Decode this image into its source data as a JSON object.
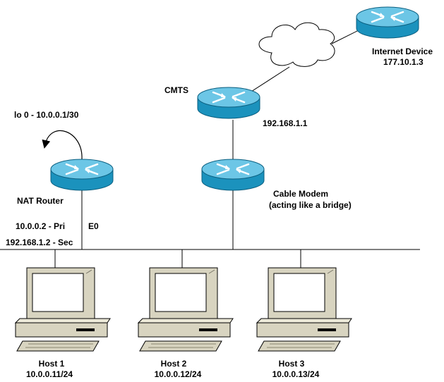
{
  "colors": {
    "router_body": "#1b92bd",
    "router_top": "#6cc6e6",
    "router_shadow": "#0b5f80",
    "cloud_fill": "#ffffff",
    "pc_beige": "#d8d4c0",
    "pc_screen": "#ffffff",
    "line": "#000000"
  },
  "icons": {
    "router": "router-icon",
    "cloud": "internet-cloud-icon",
    "host": "desktop-pc-icon"
  },
  "devices": {
    "internet_device": {
      "name": "Internet Device",
      "ip": "177.10.1.3"
    },
    "cmts": {
      "name": "CMTS",
      "ip": "192.168.1.1"
    },
    "cable_modem": {
      "name": "Cable Modem",
      "note": "(acting like a bridge)"
    },
    "nat_router": {
      "name": "NAT Router",
      "loopback": "lo 0 - 10.0.0.1/30",
      "primary": "10.0.0.2 - Pri",
      "secondary": "192.168.1.2 - Sec",
      "interface": "E0"
    }
  },
  "hosts": [
    {
      "name": "Host 1",
      "ip": "10.0.0.11/24"
    },
    {
      "name": "Host 2",
      "ip": "10.0.0.12/24"
    },
    {
      "name": "Host 3",
      "ip": "10.0.0.13/24"
    }
  ]
}
